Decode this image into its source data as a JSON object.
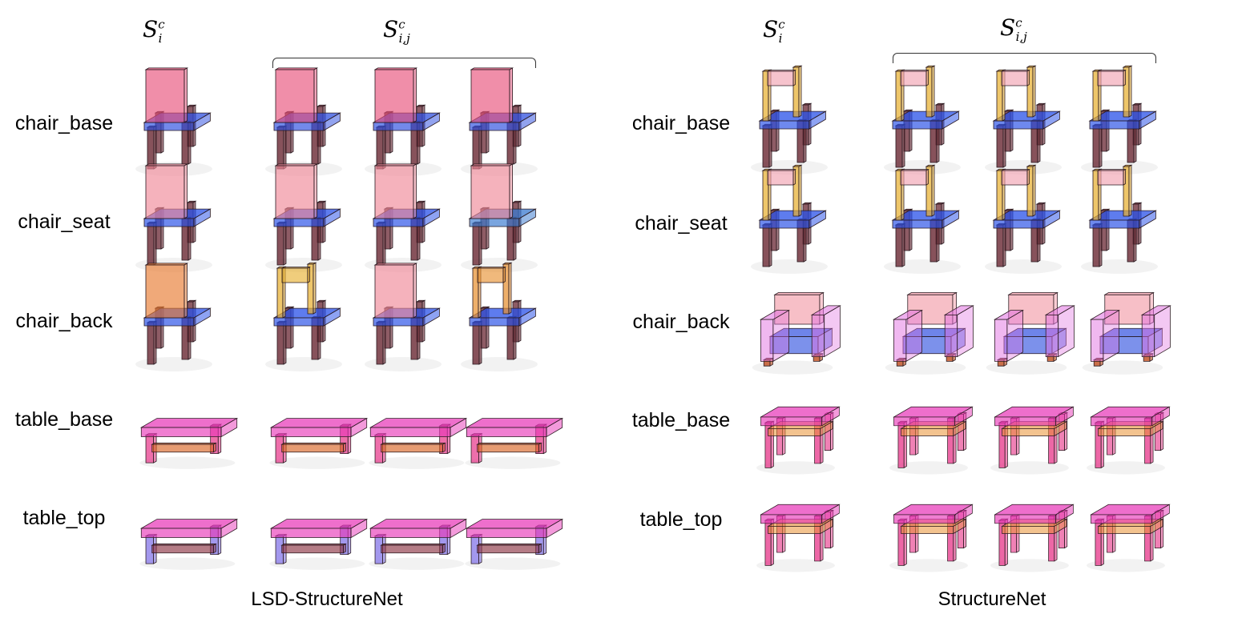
{
  "headers": {
    "single": {
      "base": "S",
      "sup": "c",
      "sub": "i"
    },
    "pair": {
      "base": "S",
      "sup": "c",
      "sub": "i,j"
    }
  },
  "left": {
    "caption": "LSD-StructureNet",
    "rows": [
      {
        "label": "chair_base",
        "kind": "chair",
        "thumbs": [
          {
            "back": "#e8507a",
            "seat": "#3050e0",
            "legs": "#6b2a35",
            "style": "solid"
          },
          {
            "back": "#e8507a",
            "seat": "#3050e0",
            "legs": "#6b2a35",
            "style": "solid"
          },
          {
            "back": "#e8507a",
            "seat": "#3050e0",
            "legs": "#6b2a35",
            "style": "solid"
          },
          {
            "back": "#e8507a",
            "seat": "#3050e0",
            "legs": "#6b2a35",
            "style": "solid"
          }
        ]
      },
      {
        "label": "chair_seat",
        "kind": "chair",
        "thumbs": [
          {
            "back": "#f08898",
            "seat": "#2850e8",
            "legs": "#6b2a35",
            "style": "solid"
          },
          {
            "back": "#f08898",
            "seat": "#2850e8",
            "legs": "#6b2a35",
            "style": "solid"
          },
          {
            "back": "#f08898",
            "seat": "#2850e8",
            "legs": "#6b2a35",
            "style": "solid"
          },
          {
            "back": "#f08898",
            "seat": "#3a7ad0",
            "legs": "#6b2a35",
            "style": "solid"
          }
        ]
      },
      {
        "label": "chair_back",
        "kind": "chair",
        "thumbs": [
          {
            "back": "#e87a30",
            "seat": "#2850e8",
            "legs": "#6b2a35",
            "style": "solid"
          },
          {
            "back": "#e8b030",
            "seat": "#2850e8",
            "legs": "#6b2a35",
            "style": "ladder"
          },
          {
            "back": "#f08898",
            "seat": "#2850e8",
            "legs": "#6b2a35",
            "style": "solid"
          },
          {
            "back": "#e89030",
            "seat": "#2850e8",
            "legs": "#6b2a35",
            "style": "ladder"
          }
        ]
      },
      {
        "label": "table_base",
        "kind": "bench",
        "thumbs": [
          {
            "top": "#e838b8",
            "legs": "#e8388a",
            "accent": "#d86020"
          },
          {
            "top": "#e838b8",
            "legs": "#e8388a",
            "accent": "#d86020"
          },
          {
            "top": "#e838b8",
            "legs": "#e8388a",
            "accent": "#d86020"
          },
          {
            "top": "#e838b8",
            "legs": "#e8388a",
            "accent": "#d86020"
          }
        ]
      },
      {
        "label": "table_top",
        "kind": "bench",
        "thumbs": [
          {
            "top": "#e838b8",
            "legs": "#8070e8",
            "accent": "#8a3040"
          },
          {
            "top": "#e838b8",
            "legs": "#8070e8",
            "accent": "#8a3040"
          },
          {
            "top": "#e838b8",
            "legs": "#8070e8",
            "accent": "#8a3040"
          },
          {
            "top": "#e838b8",
            "legs": "#8070e8",
            "accent": "#8a3040"
          }
        ]
      }
    ]
  },
  "right": {
    "caption": "StructureNet",
    "rows": [
      {
        "label": "chair_base",
        "kind": "chair",
        "thumbs": [
          {
            "back": "#f0a0b0",
            "seat": "#2850e8",
            "legs": "#6b2a35",
            "style": "ladder",
            "frame": "#e8b030"
          },
          {
            "back": "#f0a0b0",
            "seat": "#2850e8",
            "legs": "#6b2a35",
            "style": "ladder",
            "frame": "#e8b030"
          },
          {
            "back": "#f0a0b0",
            "seat": "#2850e8",
            "legs": "#6b2a35",
            "style": "ladder",
            "frame": "#e8b030"
          },
          {
            "back": "#f0a0b0",
            "seat": "#2850e8",
            "legs": "#6b2a35",
            "style": "ladder",
            "frame": "#e8b030"
          }
        ]
      },
      {
        "label": "chair_seat",
        "kind": "chair",
        "thumbs": [
          {
            "back": "#f0a0b0",
            "seat": "#2850e8",
            "legs": "#6b2a35",
            "style": "ladder",
            "frame": "#e8b030"
          },
          {
            "back": "#f0a0b0",
            "seat": "#2850e8",
            "legs": "#6b2a35",
            "style": "ladder",
            "frame": "#e8b030"
          },
          {
            "back": "#f0a0b0",
            "seat": "#2850e8",
            "legs": "#6b2a35",
            "style": "ladder",
            "frame": "#e8b030"
          },
          {
            "back": "#f0a0b0",
            "seat": "#2850e8",
            "legs": "#6b2a35",
            "style": "ladder",
            "frame": "#e8b030"
          }
        ]
      },
      {
        "label": "chair_back",
        "kind": "sofa",
        "thumbs": [
          {
            "body": "#e070e0",
            "back": "#f08898",
            "seat": "#3050e0",
            "feet": "#c05020"
          },
          {
            "body": "#e070e0",
            "back": "#f08898",
            "seat": "#3050e0",
            "feet": "#c05020"
          },
          {
            "body": "#e070e0",
            "back": "#f08898",
            "seat": "#3050e0",
            "feet": "#c05020"
          },
          {
            "body": "#e070e0",
            "back": "#f08898",
            "seat": "#3050e0",
            "feet": "#c05020"
          }
        ]
      },
      {
        "label": "table_base",
        "kind": "table",
        "thumbs": [
          {
            "top": "#e838b8",
            "legs": "#e8388a",
            "accent": "#e89030"
          },
          {
            "top": "#e838b8",
            "legs": "#e8388a",
            "accent": "#e89030"
          },
          {
            "top": "#e838b8",
            "legs": "#e8388a",
            "accent": "#e89030"
          },
          {
            "top": "#e838b8",
            "legs": "#e8388a",
            "accent": "#e89030"
          }
        ]
      },
      {
        "label": "table_top",
        "kind": "table",
        "thumbs": [
          {
            "top": "#e838b8",
            "legs": "#e8388a",
            "accent": "#e89030"
          },
          {
            "top": "#e838b8",
            "legs": "#e8388a",
            "accent": "#e89030"
          },
          {
            "top": "#e838b8",
            "legs": "#e8388a",
            "accent": "#e89030"
          },
          {
            "top": "#e838b8",
            "legs": "#e8388a",
            "accent": "#e89030"
          }
        ]
      }
    ]
  }
}
